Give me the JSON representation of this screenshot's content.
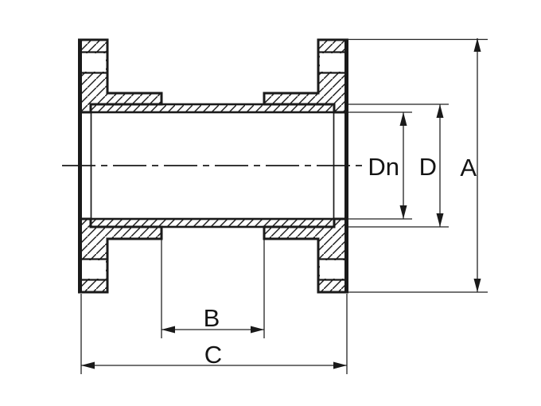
{
  "page": {
    "background_color": "#ffffff"
  },
  "drawing": {
    "type": "technical-section-drawing",
    "subject": "flanged pipe fitting cross-section",
    "ink_color": "#1a1a1a",
    "labels": {
      "dn": "Dn",
      "d": "D",
      "a": "A",
      "b": "B",
      "c": "C"
    }
  }
}
